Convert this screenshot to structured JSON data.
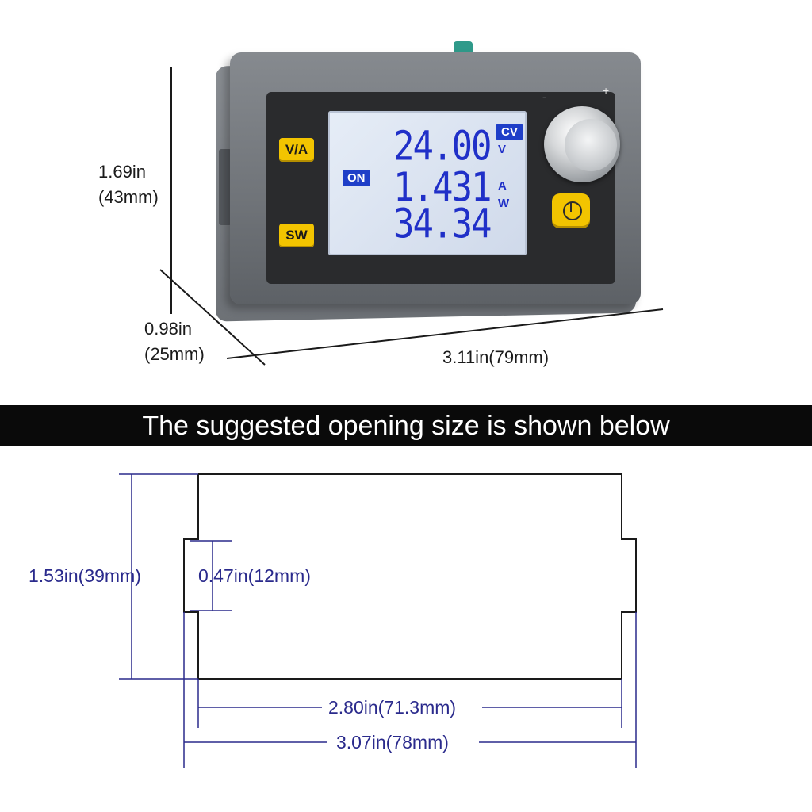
{
  "device_dimensions": {
    "height_in": "1.69in",
    "height_mm": "(43mm)",
    "depth_in": "0.98in",
    "depth_mm": "(25mm)",
    "width": "3.11in(79mm)"
  },
  "device": {
    "lcd": {
      "voltage": "24.00",
      "current": "1.431",
      "power": "34.34",
      "mode_badge": "CV",
      "status_badge": "ON",
      "unit_v": "V",
      "unit_a": "A",
      "unit_w": "W"
    },
    "buttons": {
      "va_label": "V/A",
      "sw_label": "SW"
    },
    "knob": {
      "minus": "-",
      "plus": "+"
    },
    "colors": {
      "lcd_text": "#2030c8",
      "button_yellow": "#f2c400",
      "housing_gray": "#74787d"
    }
  },
  "banner": {
    "text": "The suggested opening size is shown below"
  },
  "opening": {
    "height": "1.53in(39mm)",
    "notch_height": "0.47in(12mm)",
    "inner_width": "2.80in(71.3mm)",
    "outer_width": "3.07in(78mm)",
    "line_color": "#1a1a1a",
    "dimension_color": "#2a2a8c"
  }
}
